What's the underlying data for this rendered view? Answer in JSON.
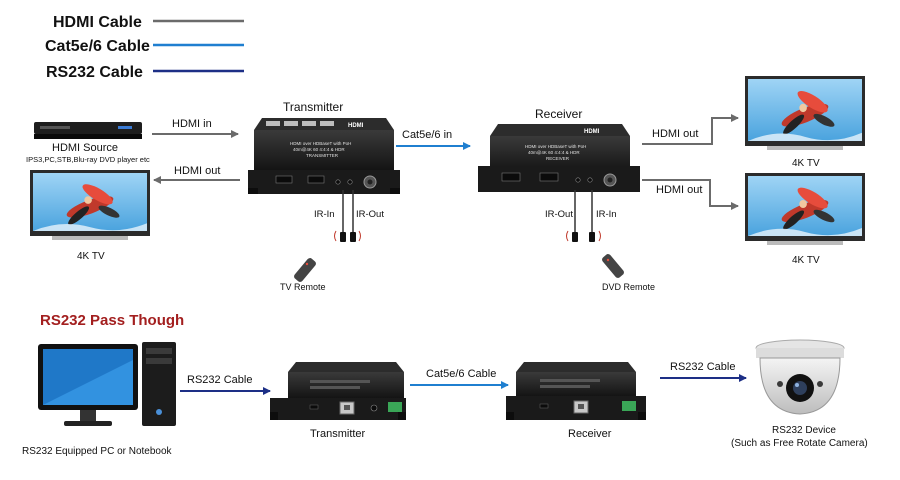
{
  "legend": {
    "hdmi": {
      "label": "HDMI Cable",
      "color": "#6b6b6b"
    },
    "cat": {
      "label": "Cat5e/6 Cable",
      "color": "#1f7fd0"
    },
    "rs232": {
      "label": "RS232 Cable",
      "color": "#1d2f86"
    }
  },
  "top": {
    "transmitter_title": "Transmitter",
    "receiver_title": "Receiver",
    "hdmi_in": "HDMI in",
    "hdmi_out_left": "HDMI out",
    "cat_in": "Cat5e/6 in",
    "hdmi_out_tv1": "HDMI out",
    "hdmi_out_tv2": "HDMI out",
    "source_title": "HDMI Source",
    "source_sub": "IPS3,PC,STB,Blu-ray DVD player etc",
    "tv_left": "4K TV",
    "tv_right1": "4K TV",
    "tv_right2": "4K TV",
    "tx_ir_in": "IR-In",
    "tx_ir_out": "IR-Out",
    "rx_ir_out": "IR-Out",
    "rx_ir_in": "IR-In",
    "tv_remote": "TV Remote",
    "dvd_remote": "DVD Remote",
    "device_logo": "HDMI",
    "tx_face_1": "HDMI over HDBaseT with PoH",
    "tx_face_2": "40m@4K 60 4:4:4 & HDR",
    "tx_face_3": "TRANSMITTER",
    "rx_face_1": "HDMI over HDBaseT with PoH",
    "rx_face_2": "40m@4K 60 4:4:4 & HDR",
    "rx_face_3": "RECEIVER"
  },
  "bottom": {
    "section_title": "RS232 Pass Though",
    "section_title_color": "#a31f1f",
    "rs232_cable": "RS232 Cable",
    "cat_cable": "Cat5e/6 Cable",
    "rs232_cable_right": "RS232 Cable",
    "pc_label": "RS232 Equipped PC or Notebook",
    "transmitter_label": "Transmitter",
    "receiver_label": "Receiver",
    "device_label_1": "RS232 Device",
    "device_label_2": "(Such as Free Rotate Camera)"
  }
}
